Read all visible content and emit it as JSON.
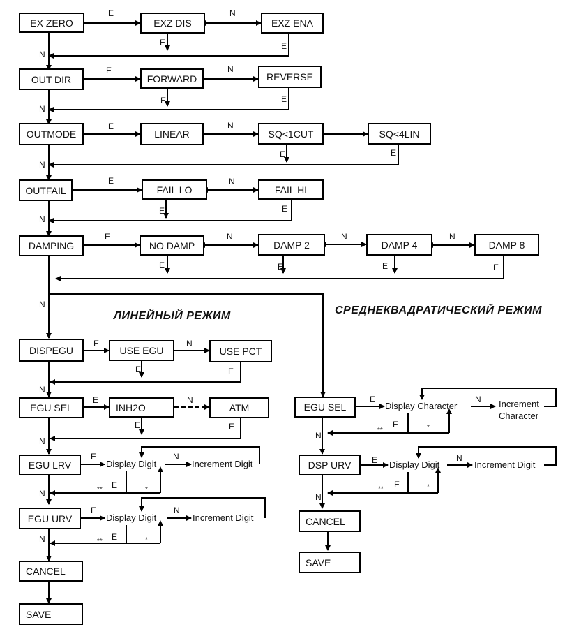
{
  "headings": {
    "linear": "ЛИНЕЙНЫЙ   РЕЖИМ",
    "rms": "СРЕДНЕКВАДРАТИЧЕСКИЙ  РЕЖИМ"
  },
  "menu": {
    "ex_zero": "EX ZERO",
    "exz_dis": "EXZ DIS",
    "exz_ena": "EXZ ENA",
    "out_dir": "OUT DIR",
    "forward": "FORWARD",
    "reverse": "REVERSE",
    "outmode": "OUTMODE",
    "linear": "LINEAR",
    "sq1cut": "SQ<1CUT",
    "sq4lin": "SQ<4LIN",
    "outfail": "OUTFAIL",
    "fail_lo": "FAIL LO",
    "fail_hi": "FAIL HI",
    "damping": "DAMPING",
    "no_damp": "NO DAMP",
    "damp2": "DAMP 2",
    "damp4": "DAMP 4",
    "damp8": "DAMP 8",
    "dispegu": "DISPEGU",
    "use_egu": "USE EGU",
    "use_pct": "USE PCT",
    "egu_sel": "EGU SEL",
    "inh2o": "INH2O",
    "atm": "ATM",
    "egu_lrv": "EGU LRV",
    "egu_urv": "EGU URV",
    "cancel": "CANCEL",
    "save": "SAVE",
    "egu_sel_r": "EGU SEL",
    "dsp_urv": "DSP URV",
    "cancel_r": "CANCEL",
    "save_r": "SAVE"
  },
  "text": {
    "display_digit": "Display Digit",
    "increment_digit": "Increment Digit",
    "display_character": "Display Character",
    "increment": "Increment",
    "character": "Character"
  },
  "keys": {
    "e": "E",
    "n": "N",
    "dstar": "**",
    "star": "*"
  }
}
